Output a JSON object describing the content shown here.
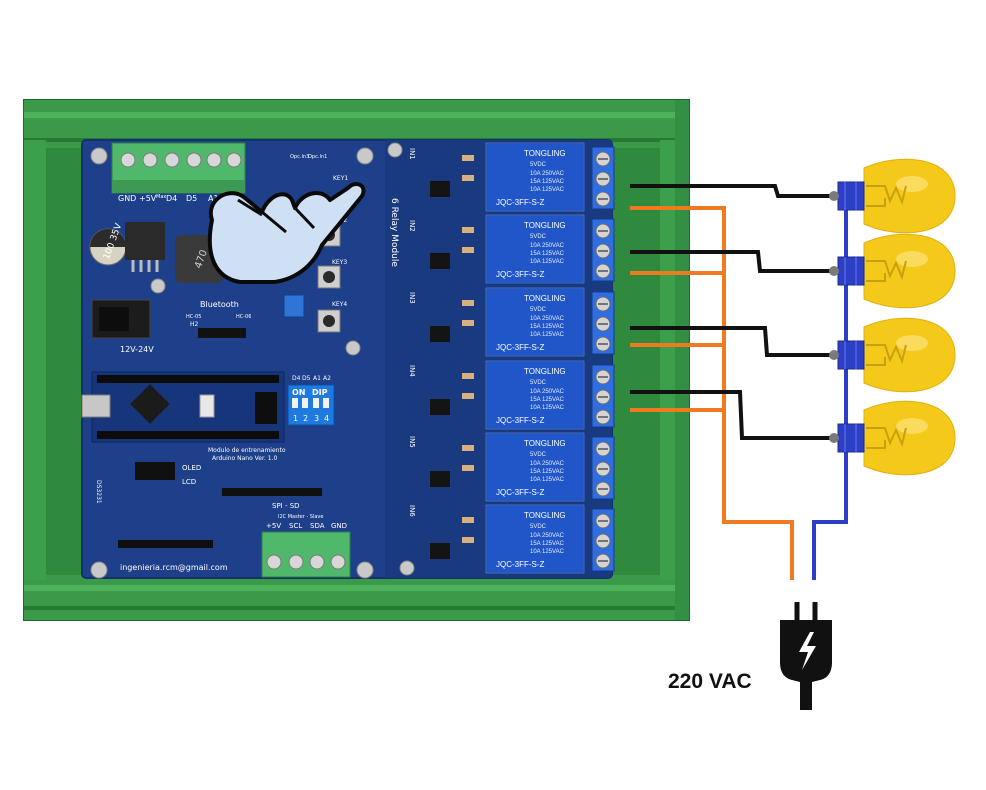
{
  "board": {
    "connector_top_labels": [
      "GND",
      "+5V",
      "Max",
      "D4",
      "D5",
      "A1"
    ],
    "keys": [
      "KEY1",
      "KEY2",
      "KEY3",
      "KEY4"
    ],
    "opc_labels": [
      "Opc.In3",
      "Opc.In1"
    ],
    "cap_label": "100 35V",
    "inductor_label": "470",
    "power_label": "12V-24V",
    "bluetooth_title": "Bluetooth",
    "bluetooth_sub": [
      "HC-05",
      "H2",
      "HC-06"
    ],
    "dip_label": "DIP",
    "dip_on": "ON",
    "dip_numbers": [
      "1",
      "2",
      "3",
      "4"
    ],
    "dip_top": [
      "D4",
      "D5",
      "A1",
      "A2"
    ],
    "module_text": [
      "Modulo de entrenamiento",
      "Arduino Nano Ver. 1.0"
    ],
    "oled": "OLED",
    "lcd": "LCD",
    "spi_sd": "SPI - SD",
    "i2c_title": "I2C Master - Slave",
    "bottom_connector_labels": [
      "+5V",
      "SCL",
      "SDA",
      "GND"
    ],
    "email": "ingenieria.rcm@gmail.com",
    "ds3231": "DS3231",
    "relay_module_title": "6 Relay Module",
    "relay_inputs": [
      "IN1",
      "IN2",
      "IN3",
      "IN4",
      "IN5",
      "IN6"
    ],
    "relay_brand": "TONGLING",
    "relay_specs": [
      "5VDC",
      "10A 250VAC",
      "10A 125VAC",
      "15A 125VAC",
      "10A 250VAC"
    ],
    "relay_model": "JQC-3FF-S-Z"
  },
  "power_label": "220 VAC",
  "bulb_count": 4,
  "wire_colors": {
    "neutral": "#2d3fc4",
    "phase": "#f07a1f",
    "switched": "#111111"
  },
  "palette": {
    "case_green": "#3a9a4a",
    "pcb_blue": "#1e3f8a",
    "relay_blue": "#2056c8",
    "bulb_yellow": "#f5c91a",
    "terminal_green": "#4fb86a"
  }
}
